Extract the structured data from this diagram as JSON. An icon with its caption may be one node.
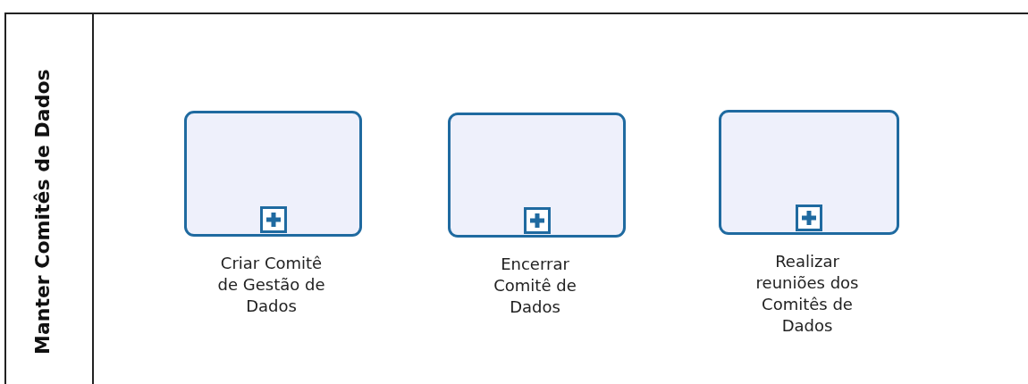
{
  "diagram": {
    "nodes": [
      {
        "text": [
          "Manter Comitês de Dados"
        ]
      },
      {
        "text": [],
        "shape": "box",
        "in": 0,
        "beside": [
          "Criar Comitê de Gestão de Dados"
        ]
      },
      {
        "text": [],
        "shape": "box",
        "in": 0,
        "beside": [
          "Encerrar Comitê de Dados"
        ]
      },
      {
        "text": [],
        "shape": "box",
        "in": 0,
        "beside": [
          "Realizar reuniões dos Comitês de Dados"
        ]
      }
    ]
  }
}
